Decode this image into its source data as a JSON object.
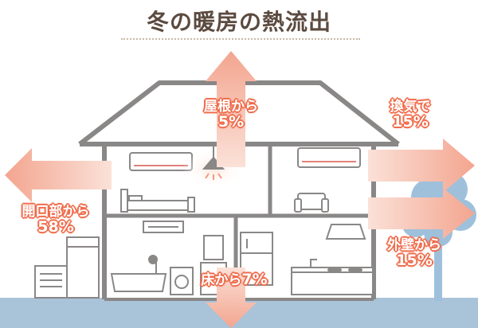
{
  "title": "冬の暖房の熱流出",
  "flows": {
    "roof": {
      "label": "屋根から",
      "value": "5%"
    },
    "vent": {
      "label": "換気で",
      "value": "15%"
    },
    "opening": {
      "label": "開口部から",
      "value": "58%"
    },
    "wall": {
      "label": "外壁から",
      "value": "15%"
    },
    "floor": {
      "label": "床から",
      "value": "7%"
    }
  },
  "colors": {
    "arrow": "#f3a58f",
    "arrow_fade": "#fbe1d8",
    "label_outline": "#ef6e4e",
    "house_line": "#8a8787",
    "ground": "#a9c3d9",
    "tree": "#9ec0db",
    "title": "#5b4a3f"
  }
}
